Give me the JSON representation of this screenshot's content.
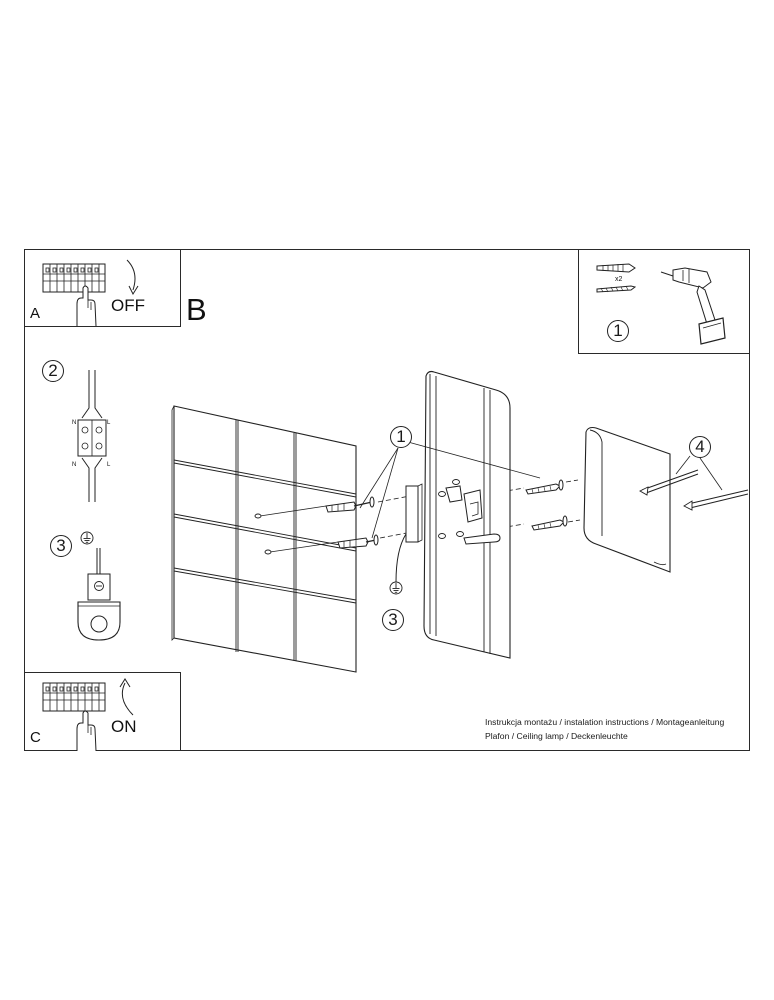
{
  "panels": {
    "a": {
      "letter": "A",
      "text": "OFF"
    },
    "b": {
      "letter": "B"
    },
    "c": {
      "letter": "C",
      "text": "ON"
    }
  },
  "tools": {
    "callout": "1",
    "quantity": "x2"
  },
  "callouts": {
    "main_1": "1",
    "main_3": "3",
    "main_4": "4",
    "side_2": "2",
    "side_3": "3"
  },
  "terminal": {
    "n_top": "N",
    "l_top": "L",
    "n_bottom": "N",
    "l_bottom": "L"
  },
  "caption": {
    "line1": "Instrukcja montażu / instalation instructions / Montageanleitung",
    "line2": "Plafon / Ceiling lamp / Deckenleuchte"
  },
  "colors": {
    "line": "#2a2a2a",
    "background": "#ffffff"
  }
}
